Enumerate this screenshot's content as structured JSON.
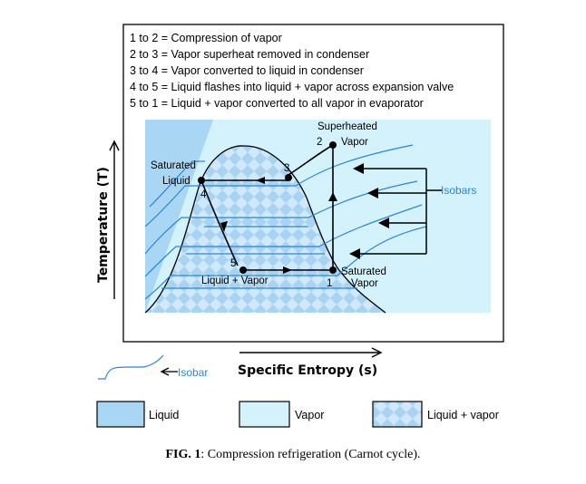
{
  "legend_lines": [
    "1 to 2 = Compression of vapor",
    "2 to 3 = Vapor superheat removed in condenser",
    "3 to 4 = Vapor converted to liquid in condenser",
    "4 to 5 = Liquid flashes into liquid + vapor across expansion valve",
    "5 to 1 = Liquid + vapor converted to all vapor in evaporator"
  ],
  "labels": {
    "superheated": "Superheated",
    "vapor": "Vapor",
    "saturated": "Saturated",
    "liquid": "Liquid",
    "liquid_vapor": "Liquid + Vapor",
    "isobars": "Isobars",
    "isobar": "Isobar"
  },
  "points": {
    "p1": "1",
    "p2": "2",
    "p3": "3",
    "p4": "4",
    "p5": "5"
  },
  "axes": {
    "y_label": "Temperature (T)",
    "x_label": "Specific Entropy (s)"
  },
  "key": {
    "liquid": "Liquid",
    "vapor": "Vapor",
    "liquid_vapor": "Liquid + vapor"
  },
  "caption": {
    "prefix": "FIG. 1",
    "text": ": Compression refrigeration (Carnot cycle)."
  },
  "colors": {
    "liquid_fill": "#a9d6f3",
    "vapor_fill": "#d4f2fb",
    "isobar_line": "#2a86d8",
    "frame": "#000000"
  }
}
